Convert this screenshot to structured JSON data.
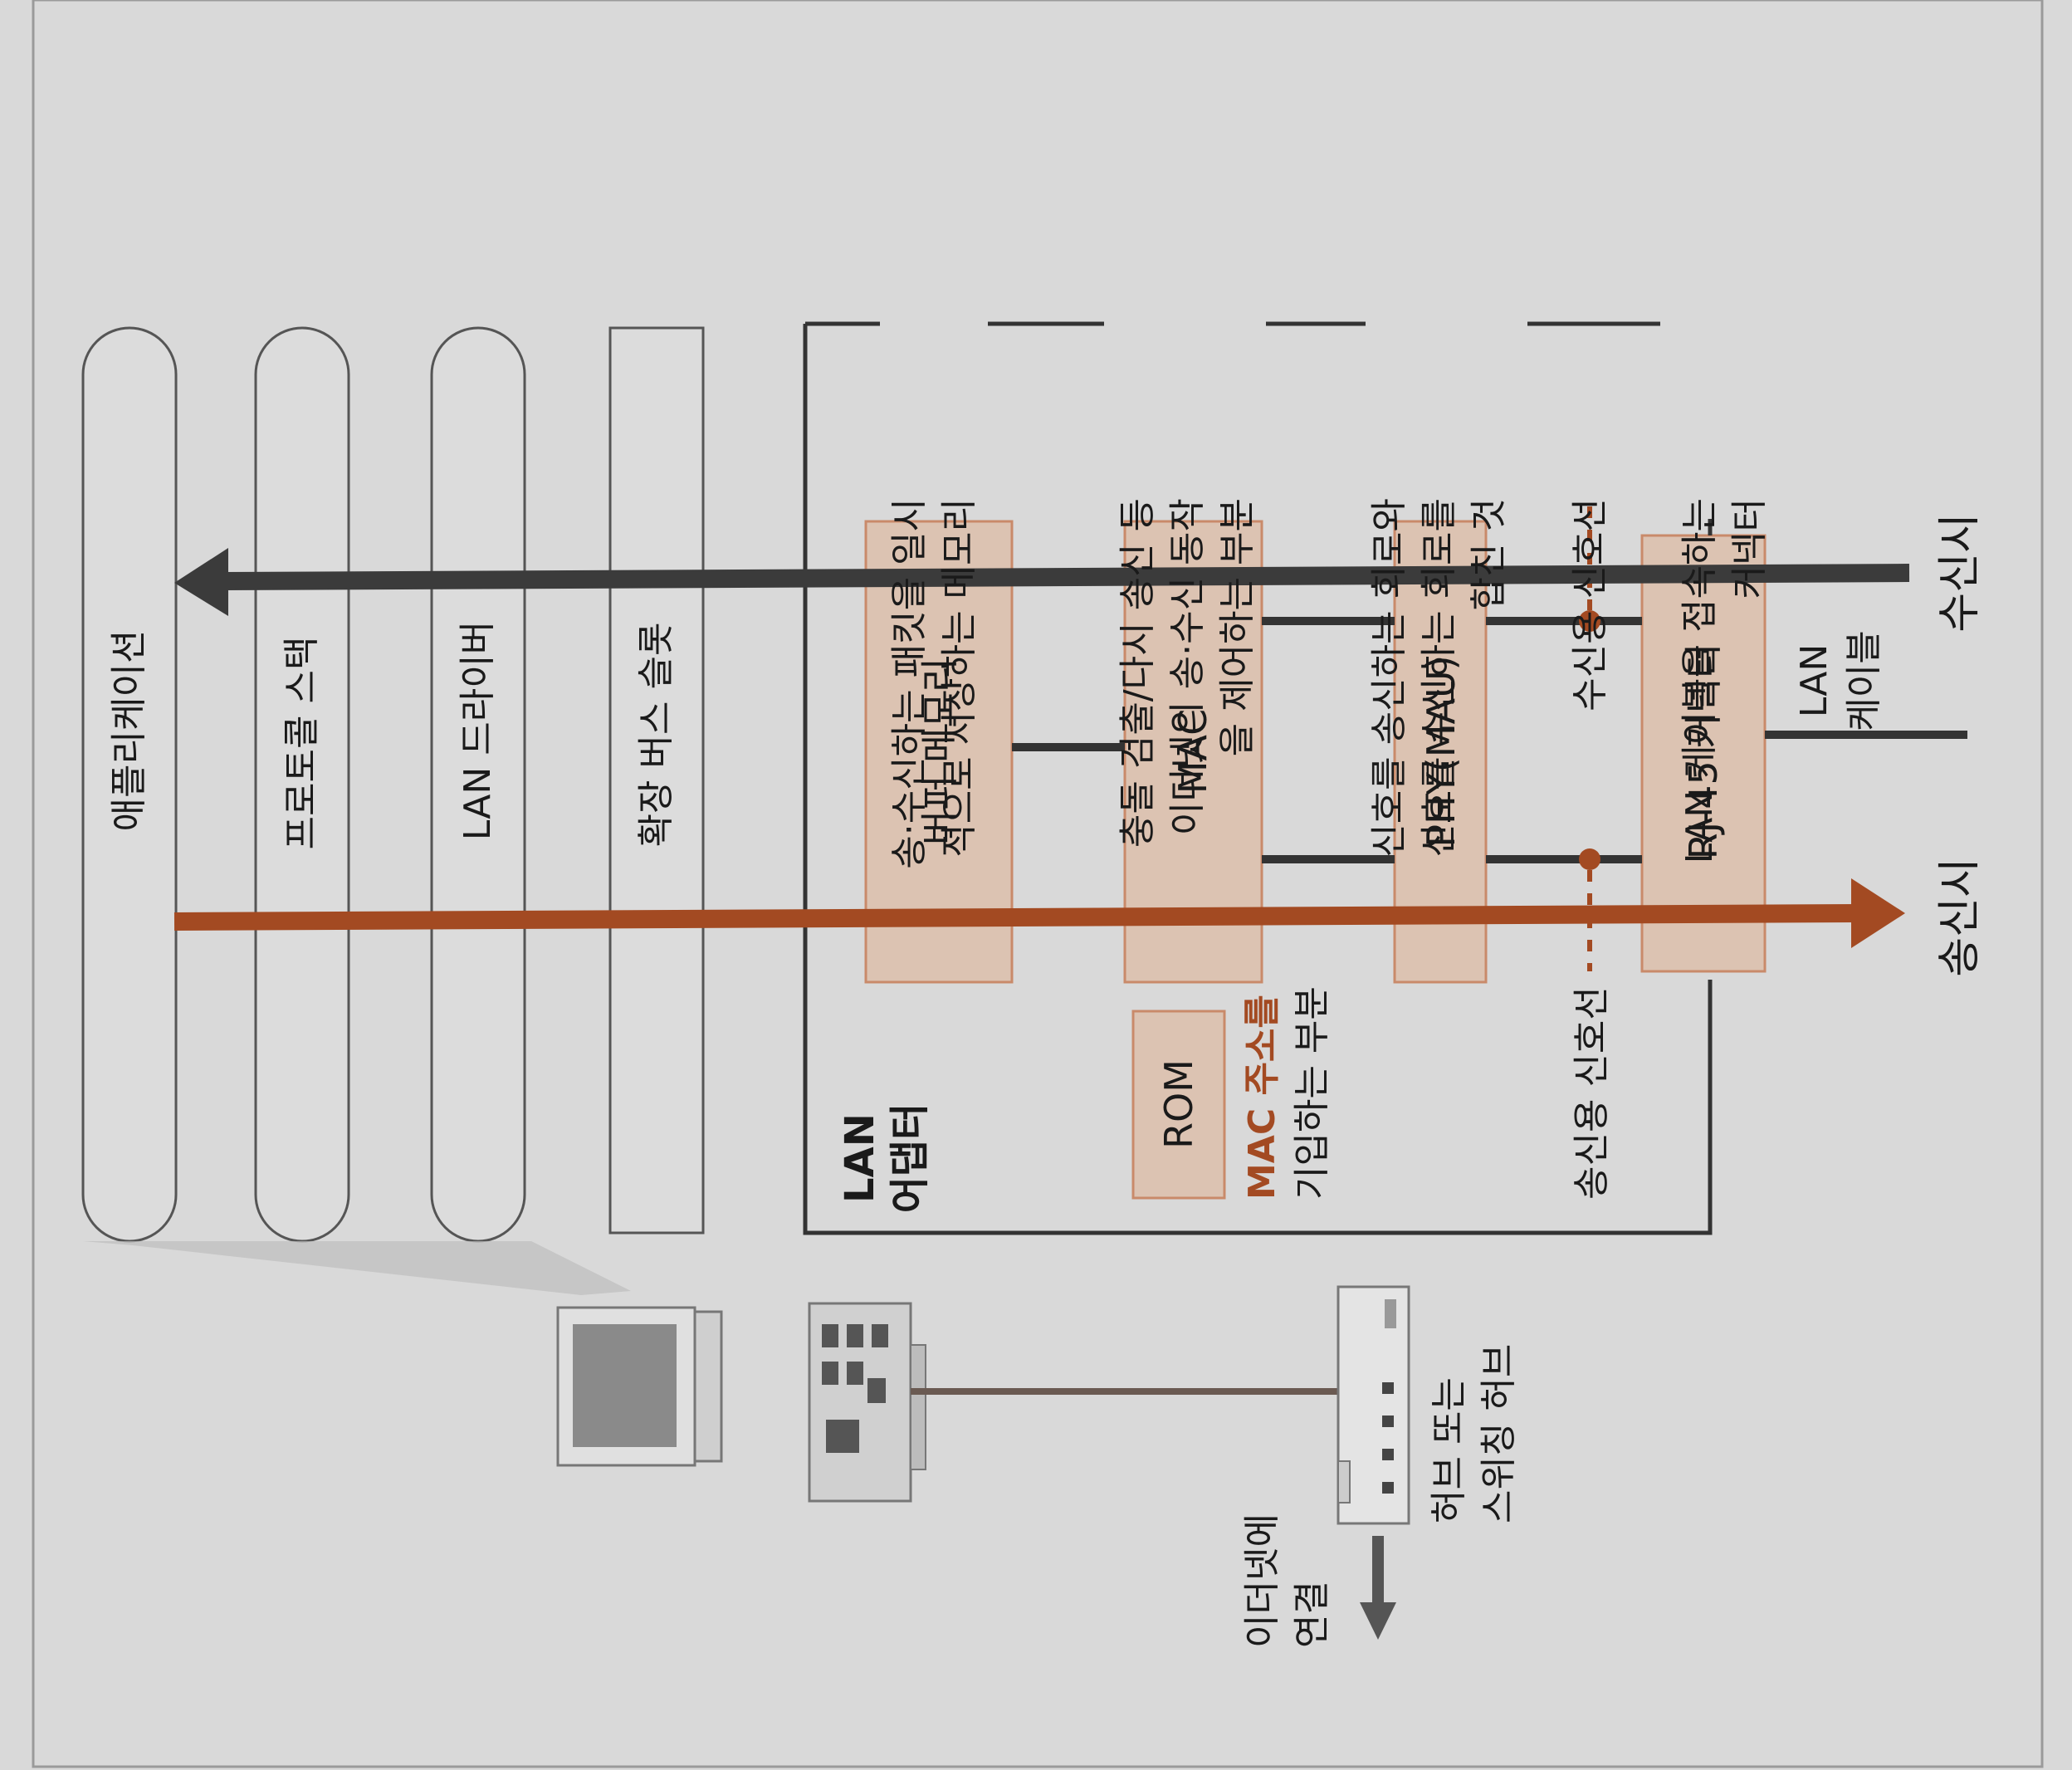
{
  "layers": [
    {
      "id": "app",
      "label": "애플리케이션"
    },
    {
      "id": "stack",
      "label": "프로토콜 스택"
    },
    {
      "id": "driver",
      "label": "LAN 드라이버"
    },
    {
      "id": "slot",
      "label": "확장 버스 슬롯"
    }
  ],
  "adapter": {
    "title_line1": "LAN",
    "title_line2": "어댑터",
    "components": {
      "buffer": "버퍼 메모리",
      "mac": "MAC",
      "phy": "PHY(MAU)",
      "rj45": "RJ-45 커넥터",
      "rom": "ROM"
    }
  },
  "annotations": {
    "buffer": [
      "송·수신하는 패킷을 일시",
      "적으로 저장하는 메모리"
    ],
    "mac": [
      "충돌 검출/다시 송신 등",
      "이더넷의 송·수신 동작",
      "을 제어하는 부분"
    ],
    "phy": [
      "신호를 송신하는 회로와",
      "신호를 수신하는 회로를",
      "합친 것"
    ],
    "rx_line": "수신용 신호선",
    "rj45": [
      "LAN 케이블을 접속하는",
      "커넥터"
    ],
    "tx_line": "송신용 신호선",
    "rom_highlight": "MAC 주소를",
    "rom_rest": "기입하는 부분"
  },
  "cable_label": [
    "LAN",
    "케이블"
  ],
  "directions": {
    "receive": "수신시",
    "send": "송신시"
  },
  "hub_label": [
    "허브 또는",
    "스위칭 허브"
  ],
  "ethernet_label": [
    "이더넷에",
    "연결"
  ],
  "colors": {
    "page": "#d9d9d9",
    "send_arrow": "#a34a22",
    "receive_arrow": "#3b3b3b",
    "component_fill": "#dcc3b2",
    "component_stroke": "#c98a6a",
    "dot": "#a34a22"
  }
}
